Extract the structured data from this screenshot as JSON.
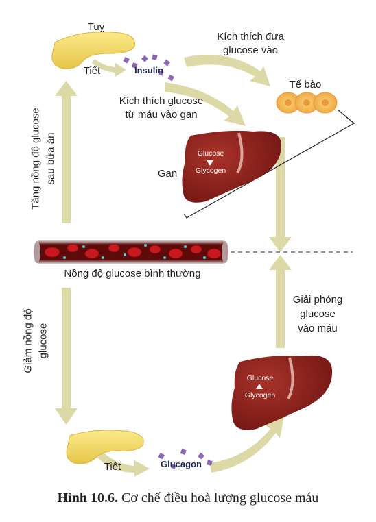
{
  "labels": {
    "tuy": "Tuỵ",
    "tiet_top": "Tiết",
    "insulin": "Insulin",
    "stim_cells_1": "Kích thích đưa",
    "stim_cells_2": "glucose vào",
    "te_bao": "Tế bào",
    "stim_liver_1": "Kích thích glucose",
    "stim_liver_2": "từ máu vào gan",
    "gan": "Gan",
    "liver_top_glucose": "Glucose",
    "liver_top_glycogen": "Glycogen",
    "increase_1": "Tăng nồng độ glucose",
    "increase_2": "sau bữa ăn",
    "normal": "Nồng độ glucose bình thường",
    "decrease_1": "Giảm nồng độ",
    "decrease_2": "glucose",
    "release_1": "Giải phóng",
    "release_2": "glucose",
    "release_3": "vào máu",
    "liver_bottom_glucose": "Glucose",
    "liver_bottom_glycogen": "Glycogen",
    "tiet_bottom": "Tiết",
    "glucagon": "Glucagon"
  },
  "caption": {
    "number": "Hình 10.6.",
    "text": "Cơ chế điều hoà lượng glucose máu"
  },
  "colors": {
    "arrow": "#dcd9a6",
    "pancreas": "#f2dc63",
    "liver": "#8f1d1a",
    "cell": "#f4b54c",
    "vessel": "#6b0d0d",
    "rbc": "#c8191e",
    "particle": "#8a67b0"
  }
}
